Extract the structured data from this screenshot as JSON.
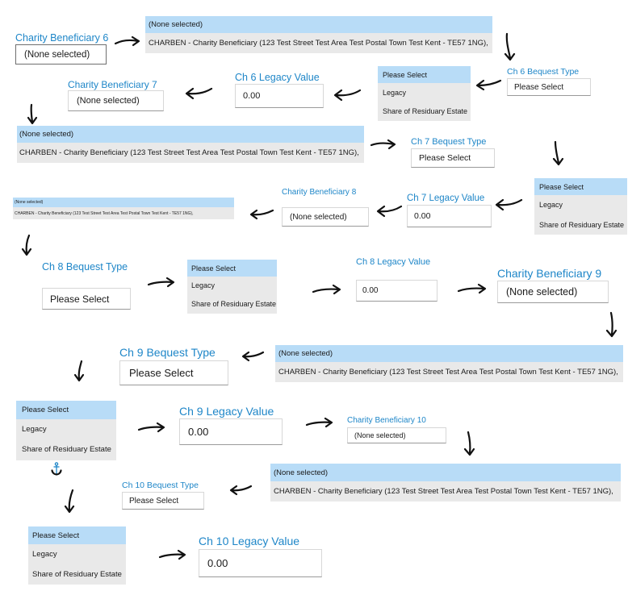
{
  "none_selected": "(None selected)",
  "please_select": "Please Select",
  "zero_value": "0.00",
  "charben_option": "CHARBEN - Charity Beneficiary (123 Test Street Test Area Test Postal Town Test Kent - TE57 1NG),",
  "bequest_options": [
    "Please Select",
    "Legacy",
    "Share of Residuary Estate"
  ],
  "labels": {
    "cb6": "Charity Beneficiary 6",
    "cb7": "Charity Beneficiary 7",
    "cb8": "Charity Beneficiary 8",
    "cb9": "Charity Beneficiary 9",
    "cb10": "Charity Beneficiary 10",
    "lv6": "Ch 6 Legacy Value",
    "lv7": "Ch 7 Legacy Value",
    "lv8": "Ch 8 Legacy Value",
    "lv9": "Ch 9 Legacy Value",
    "lv10": "Ch 10 Legacy Value",
    "bt6": "Ch 6 Bequest Type",
    "bt7": "Ch 7 Bequest Type",
    "bt8": "Ch 8 Bequest Type",
    "bt9": "Ch 9 Bequest Type",
    "bt10": "Ch 10 Bequest Type"
  },
  "anchor_icon": "anchor-icon",
  "colors": {
    "label_blue": "#1e86c8",
    "selected_bg": "#b8dcf7",
    "dropdown_bg": "#e9e9e9"
  }
}
